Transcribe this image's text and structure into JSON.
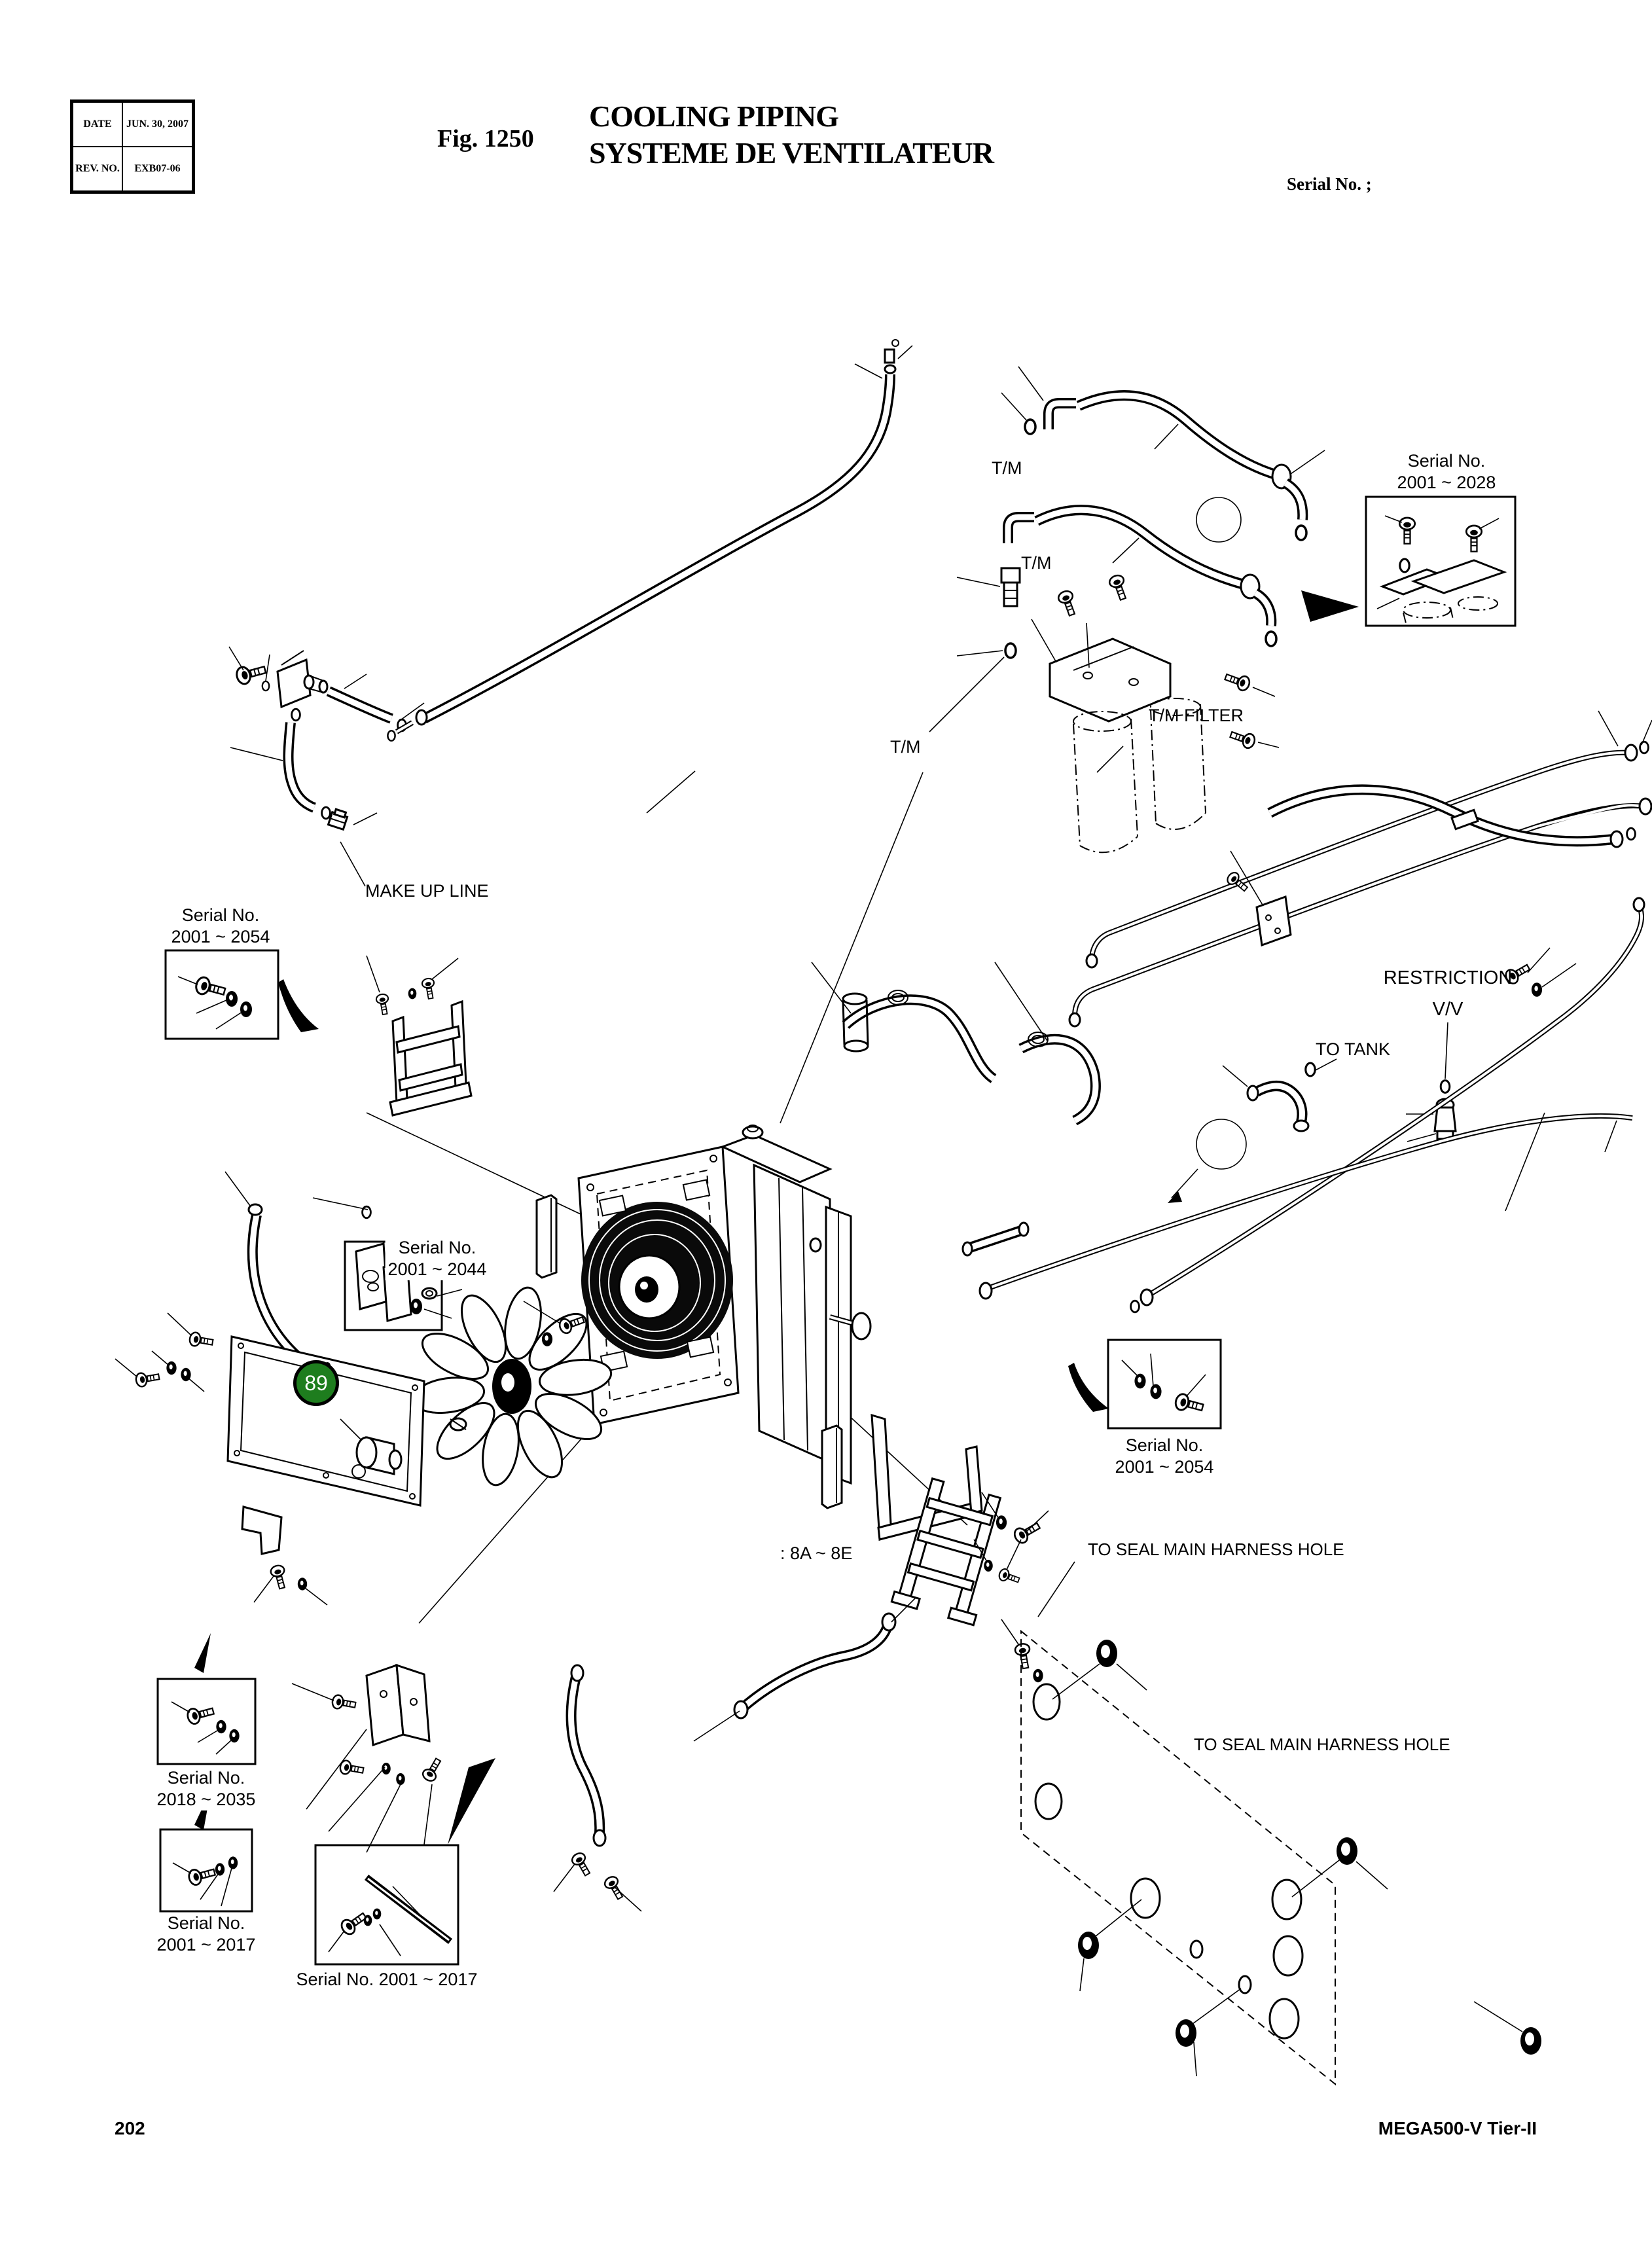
{
  "header": {
    "date_label": "DATE",
    "date_value": "JUN. 30, 2007",
    "rev_label": "REV. NO.",
    "rev_value": "EXB07-06",
    "figure": "Fig. 1250",
    "title_line1": "COOLING PIPING",
    "title_line2": "SYSTEME DE VENTILATEUR",
    "serial_note": "Serial No. ;"
  },
  "footer": {
    "page_number": "202",
    "model": "MEGA500-V Tier-II"
  },
  "balloon": {
    "number": "89",
    "color": "#1e7d1e"
  },
  "colors": {
    "line": "#000000",
    "background": "#ffffff",
    "balloon_green": "#1e7d1e"
  },
  "labels": {
    "tm_1": "T/M",
    "tm_2": "T/M",
    "tm_3": "T/M",
    "tm_filter": "T/M FILTER",
    "make_up_line": "MAKE UP LINE",
    "restriction_line1": "RESTRICTION",
    "restriction_line2": "V/V",
    "to_tank": "TO TANK",
    "range_8a_8e": ": 8A ~ 8E",
    "to_seal_harness_1": "TO SEAL MAIN HARNESS HOLE",
    "to_seal_harness_2": "TO SEAL MAIN HARNESS HOLE",
    "serial_2028_line1": "Serial No.",
    "serial_2028_line2": "2001 ~ 2028",
    "serial_2054_left_line1": "Serial No.",
    "serial_2054_left_line2": "2001 ~ 2054",
    "serial_2044_line1": "Serial No.",
    "serial_2044_line2": "2001 ~ 2044",
    "serial_2054_right_line1": "Serial No.",
    "serial_2054_right_line2": "2001 ~ 2054",
    "serial_2035_line1": "Serial No.",
    "serial_2035_line2": "2018 ~ 2035",
    "serial_2017_left_line1": "Serial No.",
    "serial_2017_left_line2": "2001 ~ 2017",
    "serial_2017_center": "Serial No. 2001 ~ 2017"
  }
}
